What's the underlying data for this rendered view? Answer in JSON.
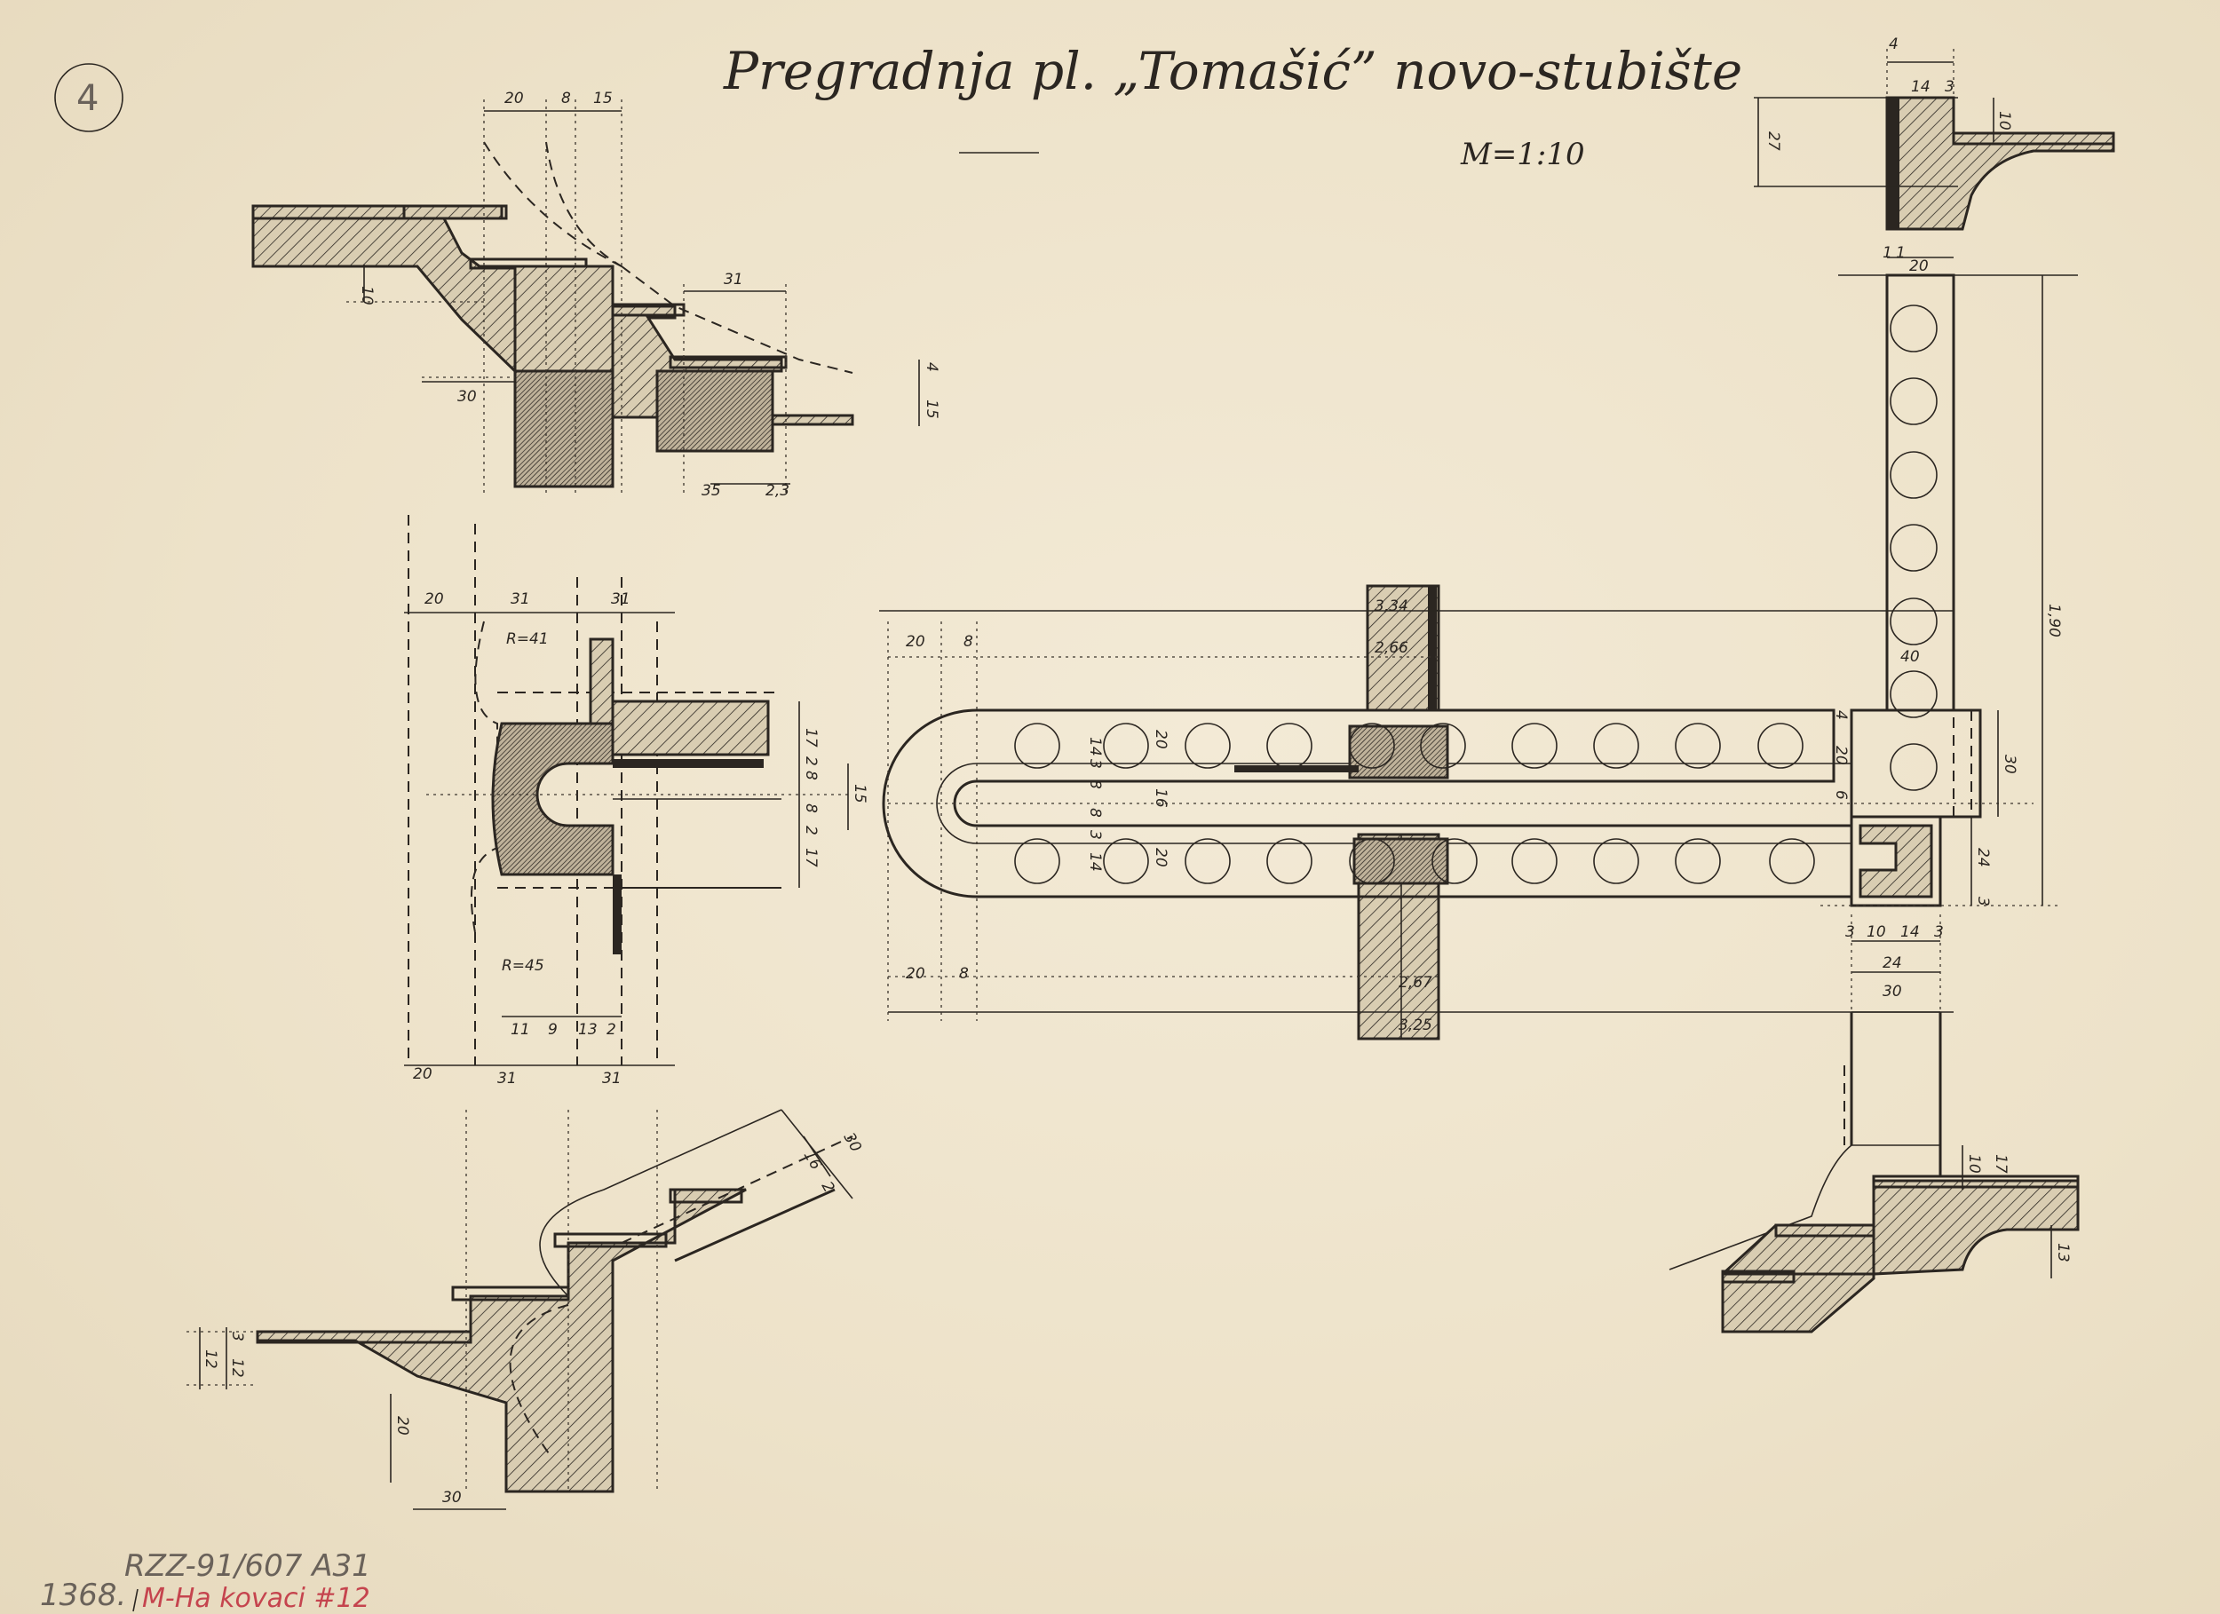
{
  "sheet": {
    "title": "Pregradnja pl. „Tomašić” novo-stubište",
    "scale": "M=1:10",
    "sheet_number": "4",
    "archive_ref": "RZZ-91/607 A31",
    "inventory_no": "1368.",
    "red_note": "M-Ha kovaci #12"
  },
  "dims": {
    "sec_top": [
      "20",
      "8",
      "15",
      "31",
      "30",
      "10",
      "15",
      "4",
      "35",
      "2,3"
    ],
    "plan_left": [
      "20",
      "31",
      "31",
      "R=41",
      "R=45",
      "11",
      "9",
      "13",
      "2",
      "20",
      "31",
      "31",
      "17",
      "2",
      "8",
      "8",
      "2",
      "17",
      "15"
    ],
    "plan_main": [
      "20",
      "8",
      "3,34",
      "2,66",
      "14",
      "3",
      "8",
      "8",
      "3",
      "14",
      "20",
      "20",
      "16",
      "4",
      "20",
      "6",
      "20",
      "8",
      "2,67",
      "3,25",
      "30",
      "40",
      "24",
      "3",
      "3",
      "10",
      "14",
      "3",
      "24",
      "30",
      "1,90"
    ],
    "sec_right_top": [
      "4",
      "14",
      "3",
      "27",
      "10",
      "20",
      "1",
      "1"
    ],
    "sec_right_bot": [
      "10",
      "17",
      "13"
    ],
    "sec_bot_left": [
      "12",
      "3",
      "12",
      "20",
      "30",
      "30",
      "16",
      "2"
    ]
  }
}
